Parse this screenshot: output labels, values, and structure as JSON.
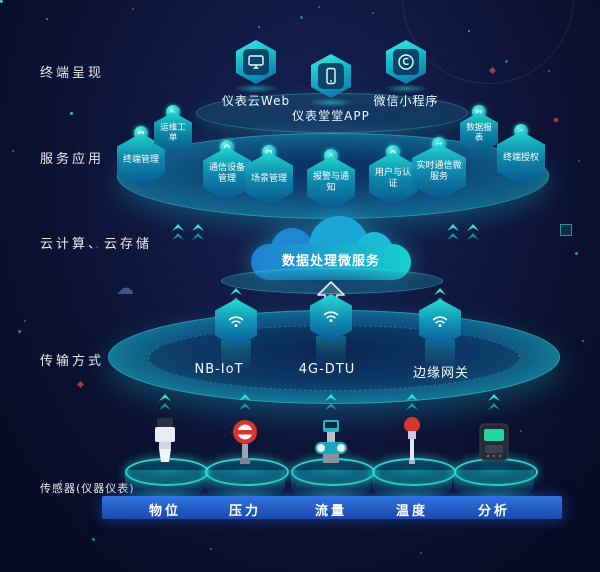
{
  "side_labels": [
    {
      "label": "终端呈现"
    },
    {
      "label": "服务应用"
    },
    {
      "label": "云计算、云存储"
    },
    {
      "label": "传输方式"
    },
    {
      "label": "传感器(仪器仪表)"
    }
  ],
  "presentation": {
    "items": [
      {
        "label": "仪表云Web"
      },
      {
        "label": "仪表堂堂APP"
      },
      {
        "label": "微信小程序"
      }
    ]
  },
  "services": {
    "items": [
      {
        "label": "终端管理",
        "glyph": "▦"
      },
      {
        "label": "运维工单",
        "glyph": "✎"
      },
      {
        "label": "通信设备管理",
        "glyph": "⚙"
      },
      {
        "label": "场景管理",
        "glyph": "▧"
      },
      {
        "label": "报警与通知",
        "glyph": "⚠"
      },
      {
        "label": "用户与认证",
        "glyph": "◉"
      },
      {
        "label": "实时通信微服务",
        "glyph": "⇄"
      },
      {
        "label": "数据报表",
        "glyph": "▤"
      },
      {
        "label": "终端授权",
        "glyph": "✓"
      }
    ]
  },
  "cloud_layer": {
    "label": "数据处理微服务"
  },
  "transmission": {
    "items": [
      {
        "label": "NB-IoT"
      },
      {
        "label": "4G-DTU"
      },
      {
        "label": "边缘网关"
      }
    ]
  },
  "sensors": {
    "items": [
      {
        "label": "物位"
      },
      {
        "label": "压力"
      },
      {
        "label": "流量"
      },
      {
        "label": "温度"
      },
      {
        "label": "分析"
      }
    ]
  },
  "colors": {
    "accent": "#1fe3d0",
    "bar_blue": "#2b6fe0",
    "background": "#0a1030"
  }
}
